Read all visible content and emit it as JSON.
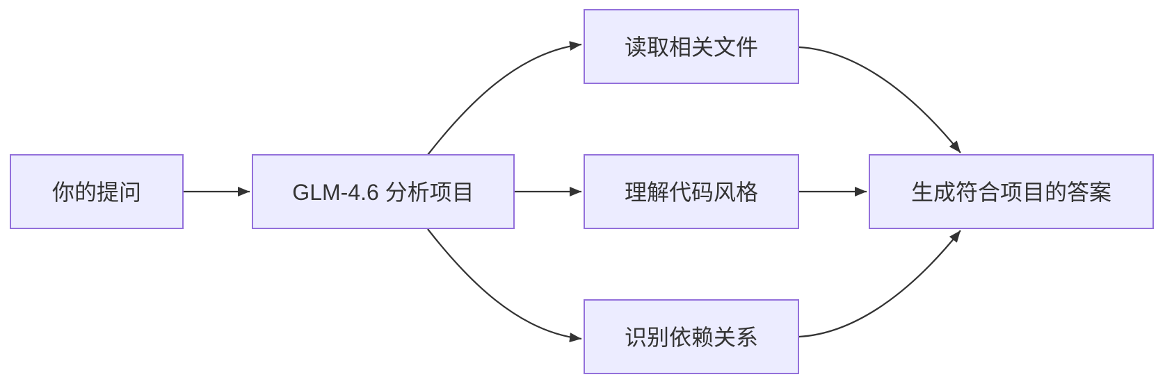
{
  "diagram": {
    "type": "flowchart",
    "direction": "left-to-right",
    "theme": {
      "background": "#ffffff",
      "node_fill": "#ECECFF",
      "node_border": "#9370DB",
      "edge_color": "#333333",
      "text_color": "#333333"
    },
    "nodes": [
      {
        "id": "question",
        "label": "你的提问"
      },
      {
        "id": "analyze",
        "label": "GLM-4.6 分析项目"
      },
      {
        "id": "read_files",
        "label": "读取相关文件"
      },
      {
        "id": "code_style",
        "label": "理解代码风格"
      },
      {
        "id": "dependencies",
        "label": "识别依赖关系"
      },
      {
        "id": "answer",
        "label": "生成符合项目的答案"
      }
    ],
    "edges": [
      {
        "from": "question",
        "to": "analyze"
      },
      {
        "from": "analyze",
        "to": "read_files"
      },
      {
        "from": "analyze",
        "to": "code_style"
      },
      {
        "from": "analyze",
        "to": "dependencies"
      },
      {
        "from": "read_files",
        "to": "answer"
      },
      {
        "from": "code_style",
        "to": "answer"
      },
      {
        "from": "dependencies",
        "to": "answer"
      }
    ]
  }
}
